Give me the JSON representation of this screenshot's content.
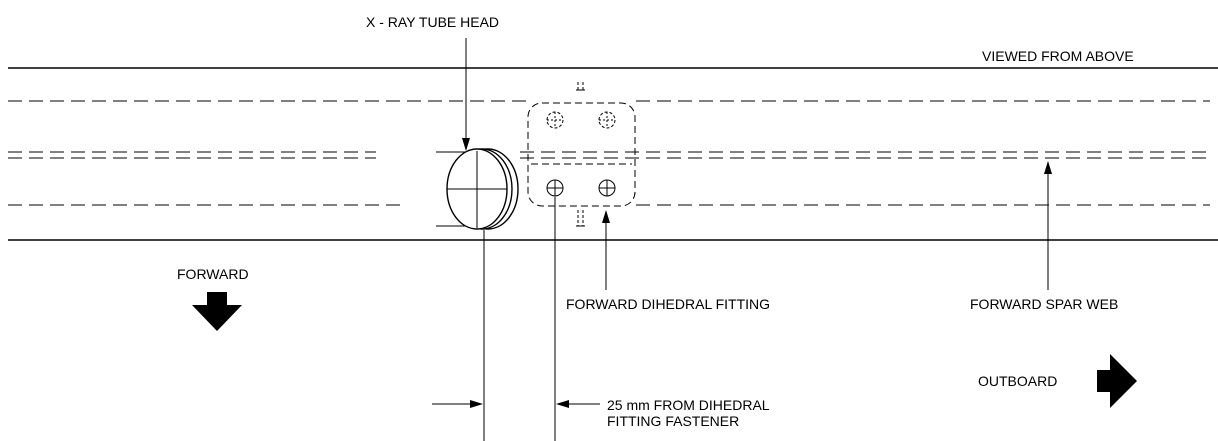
{
  "labels": {
    "xray_tube_head": "X - RAY TUBE HEAD",
    "viewed_from_above": "VIEWED FROM ABOVE",
    "forward": "FORWARD",
    "forward_dihedral_fitting": "FORWARD DIHEDRAL FITTING",
    "forward_spar_web": "FORWARD SPAR WEB",
    "outboard": "OUTBOARD",
    "dimension_line1": "25 mm FROM DIHEDRAL",
    "dimension_line2": "FITTING FASTENER"
  },
  "colors": {
    "ink": "#000000",
    "paper": "#ffffff"
  },
  "icons": {
    "forward": "arrow-down-icon",
    "outboard": "arrow-right-icon",
    "fastener": "crosshair-fastener-icon"
  }
}
